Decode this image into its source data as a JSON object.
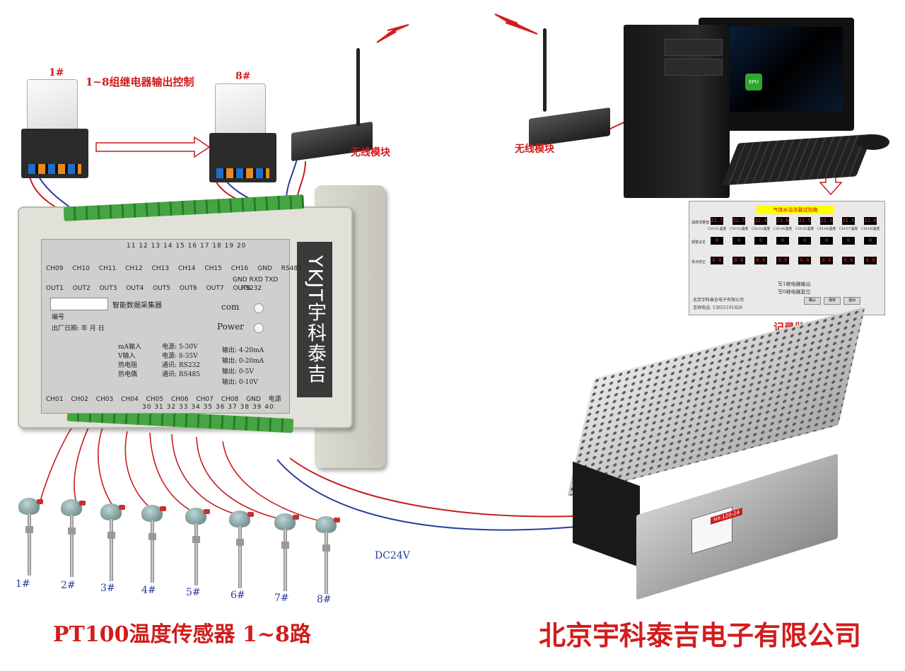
{
  "relay_section": {
    "relay_first": "1#",
    "relay_last": "8#",
    "relay_title": "1~8组继电器输出控制"
  },
  "wireless": {
    "left_label": "无线模块",
    "right_label": "无线模块"
  },
  "device": {
    "brand": "YKJT宇科泰吉",
    "name": "智能数据采集器",
    "com": "com",
    "power": "Power",
    "top_numbers": [
      "11",
      "12",
      "13",
      "14",
      "15",
      "16",
      "17",
      "18",
      "19",
      "20"
    ],
    "top_channels": [
      "CH09",
      "CH10",
      "CH11",
      "CH12",
      "CH13",
      "CH14",
      "CH15",
      "CH16",
      "GND",
      "RS485"
    ],
    "out_labels": [
      "OUT1",
      "OUT2",
      "OUT3",
      "OUT4",
      "OUT5",
      "OUT6",
      "OUT7",
      "OUT8"
    ],
    "rs232_pins": "GND RXD TXD",
    "rs232": "RS232",
    "serial_label": "编号",
    "date_label": "出厂日期:   年   月   日",
    "options": [
      "mA输入",
      "V输入",
      "热电阻",
      "热电偶"
    ],
    "supply_options": [
      "电源: 5-30V",
      "电源: 8-35V",
      "通讯: RS232",
      "通讯: RS485"
    ],
    "output_options": [
      "输出: 4-20mA",
      "输出: 0-20mA",
      "输出: 0-5V",
      "输出: 0-10V"
    ],
    "bottom_channels": [
      "CH01",
      "CH02",
      "CH03",
      "CH04",
      "CH05",
      "CH06",
      "CH07",
      "CH08",
      "GND",
      "电源"
    ],
    "bottom_numbers": [
      "30",
      "31",
      "32",
      "33",
      "34",
      "35",
      "36",
      "37",
      "38",
      "39",
      "40"
    ]
  },
  "computer": {
    "screen_badge": "EPU"
  },
  "software": {
    "window_title": "气体水浴冻融试验箱",
    "row_labels": [
      "温度测量值",
      "报警设定",
      "零点修正"
    ],
    "channel_suffix": [
      "CH-01温度",
      "CH-02温度",
      "CH-03温度",
      "CH-04温度",
      "CH-05温度",
      "CH-06温度",
      "CH-07温度",
      "CH-08温度"
    ],
    "row1_values": [
      "22.7",
      "22.5",
      "22.4",
      "23.0",
      "22.5",
      "22.5",
      "22.5",
      "22.4"
    ],
    "row2_values": [
      "0",
      "0",
      "0",
      "0",
      "0",
      "0",
      "0",
      "0"
    ],
    "row3_values": [
      "0.0",
      "0.0",
      "0.0",
      "0.0",
      "0.0",
      "0.0",
      "0.0",
      "0.0"
    ],
    "relay_write_1": "写1继电器输出",
    "relay_write_0": "写0继电器复位",
    "company_line": "北京宇科泰吉电子有限公司",
    "phone_line": "咨询电话: 13651191826",
    "buttons": [
      "确认",
      "保存",
      "退出"
    ],
    "caption": "记录监控软件"
  },
  "sensors": {
    "labels": [
      "1#",
      "2#",
      "3#",
      "4#",
      "5#",
      "6#",
      "7#",
      "8#"
    ],
    "title": "PT100温度传感器  1~8路"
  },
  "power_supply": {
    "model": "HX-120-24",
    "voltage_label": "DC24V"
  },
  "company": "北京宇科泰吉电子有限公司",
  "colors": {
    "label_red": "#d21c1c",
    "wire_red": "#c61d1d",
    "wire_blue": "#2a3b9a",
    "terminal_green": "#44a542",
    "brand_bar": "#3a3a3a"
  }
}
